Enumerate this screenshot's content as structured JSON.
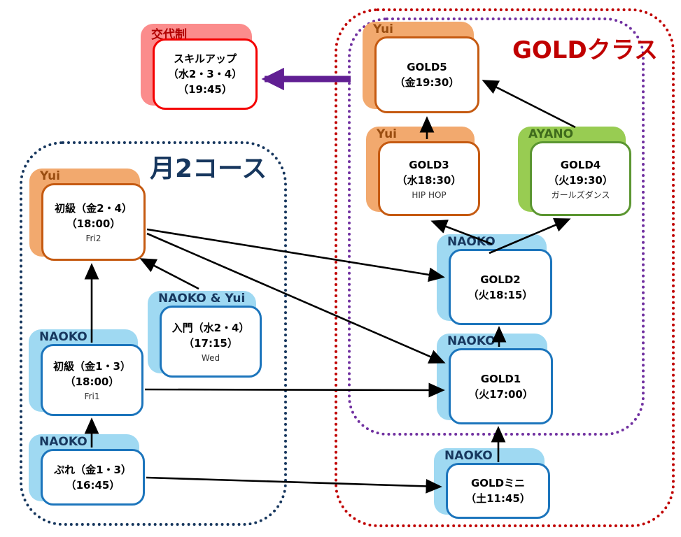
{
  "colors": {
    "orange_tab": "#F2A96E",
    "orange_border": "#C55A11",
    "orange_text": "#9A4D10",
    "blue_tab": "#9FD9F2",
    "blue_border": "#1C75BC",
    "blue_text": "#17375E",
    "green_tab": "#98CC52",
    "green_border": "#5B9631",
    "green_text": "#3F6B1C",
    "red_tab": "#FB8C8C",
    "red_border": "#F40000",
    "red_text": "#B00000",
    "navy_group_border": "#17375E",
    "red_group_border": "#C00000",
    "purple_group_border": "#7030A0",
    "arrow_black": "#000000",
    "arrow_purple": "#611F93"
  },
  "groups": {
    "tsuki2": {
      "title": "月2コース"
    },
    "gold": {
      "title": "GOLDクラス"
    }
  },
  "cards": {
    "skillup": {
      "tab": "交代制",
      "l1": "スキルアップ",
      "l2": "（水2・3・4）",
      "l3": "（19:45）"
    },
    "gold5": {
      "tab": "Yui",
      "l1": "GOLD5",
      "l2": "（金19:30）"
    },
    "gold3": {
      "tab": "Yui",
      "l1": "GOLD3",
      "l2": "（水18:30）",
      "l3": "HIP HOP"
    },
    "gold4": {
      "tab": "AYANO",
      "l1": "GOLD4",
      "l2": "（火19:30）",
      "l3": "ガールズダンス"
    },
    "gold2": {
      "tab": "NAOKO",
      "l1": "GOLD2",
      "l2": "（火18:15）"
    },
    "gold1": {
      "tab": "NAOKO",
      "l1": "GOLD1",
      "l2": "（火17:00）"
    },
    "goldmini": {
      "tab": "NAOKO",
      "l1": "GOLDミニ",
      "l2": "（土11:45）"
    },
    "beginner24": {
      "tab": "Yui",
      "l1": "初級（金2・4）",
      "l2": "（18:00）",
      "l3": "Fri2"
    },
    "intro": {
      "tab": "NAOKO & Yui",
      "l1": "入門（水2・4）",
      "l2": "（17:15）",
      "l3": "Wed"
    },
    "beginner13": {
      "tab": "NAOKO",
      "l1": "初級（金1・3）",
      "l2": "（18:00）",
      "l3": "Fri1"
    },
    "pre": {
      "tab": "NAOKO",
      "l1": "ぷれ（金1・3）",
      "l2": "（16:45）"
    }
  },
  "edges": [
    {
      "from": "pre",
      "to": "beginner13",
      "color": "black"
    },
    {
      "from": "beginner13",
      "to": "beginner24",
      "color": "black"
    },
    {
      "from": "intro",
      "to": "beginner24",
      "color": "black"
    },
    {
      "from": "beginner24",
      "to": "gold2",
      "color": "black"
    },
    {
      "from": "beginner24",
      "to": "gold1",
      "color": "black"
    },
    {
      "from": "beginner13",
      "to": "gold1",
      "color": "black"
    },
    {
      "from": "pre",
      "to": "goldmini",
      "color": "black"
    },
    {
      "from": "goldmini",
      "to": "gold1",
      "color": "black"
    },
    {
      "from": "gold1",
      "to": "gold2",
      "color": "black"
    },
    {
      "from": "gold2",
      "to": "gold3",
      "color": "black"
    },
    {
      "from": "gold2",
      "to": "gold4",
      "color": "black"
    },
    {
      "from": "gold3",
      "to": "gold5",
      "color": "black"
    },
    {
      "from": "gold4",
      "to": "gold5",
      "color": "black"
    },
    {
      "from": "gold-group",
      "to": "skillup",
      "color": "purple"
    }
  ]
}
